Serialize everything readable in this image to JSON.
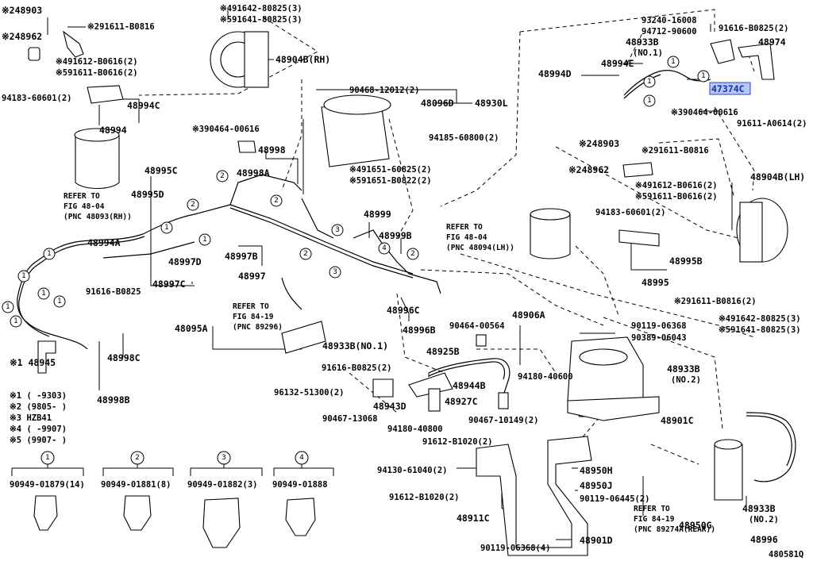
{
  "diagram_id": "480581Q",
  "selected_part": "47374C",
  "parts_top_left": [
    "48903",
    "48962",
    "91611-B0816",
    "91612-B0616(2)",
    "91611-B0616(2)",
    "94183-60601(2)",
    "48994C",
    "48994"
  ],
  "parts_top_left_prefix": [
    "※2",
    "※2",
    "※2",
    "※4",
    "※5",
    "",
    "",
    ""
  ],
  "parts_top_center": [
    "91642-80825(3)",
    "91641-80825(3)",
    "48904B(RH)",
    "90468-12012(2)",
    "48096D",
    "48930L",
    "94185-60800(2)",
    "91651-60825(2)",
    "91651-B0822(2)",
    "90464-00616"
  ],
  "parts_top_center_prefix": [
    "※4",
    "※5",
    "",
    "",
    "",
    "",
    "",
    "※4",
    "※5",
    "※3"
  ],
  "parts_top_right": [
    "93240-16008",
    "94712-90600",
    "91616-B0825(2)",
    "48933B",
    "(NO.1)",
    "48974",
    "48994D",
    "48994E",
    "47374C",
    "90464-00616",
    "91611-A0614(2)"
  ],
  "parts_top_right_prefix": [
    "",
    "",
    "",
    "",
    "",
    "",
    "",
    "",
    "",
    "※3",
    ""
  ],
  "parts_middle_left": [
    "48995C",
    "48995D",
    "48998",
    "48998A",
    "48994A",
    "91616-B0825",
    "48997D",
    "48997C",
    "48997B",
    "48997",
    "48999",
    "48999B",
    "48996C",
    "48996B",
    "48945",
    "48998C",
    "48998B",
    "48095A",
    "48933B(NO.1)",
    "91616-B0825(2)"
  ],
  "parts_middle_right": [
    "48903",
    "91611-B0816",
    "48962",
    "91612-B0616(2)",
    "91611-B0616(2)",
    "94183-60601(2)",
    "48904B(LH)",
    "48995B",
    "48995",
    "91611-B0816(2)",
    "91642-80825(3)",
    "91641-80825(3)"
  ],
  "parts_middle_right_prefix": [
    "※2",
    "※2",
    "※2",
    "※4",
    "※5",
    "",
    "",
    "",
    "",
    "※2",
    "※4",
    "※5"
  ],
  "parts_lower_center": [
    "90464-00564",
    "48906A",
    "48925B",
    "48944B",
    "94180-40600",
    "96132-51300(2)",
    "48943D",
    "48927C",
    "90467-13068",
    "90467-10149(2)",
    "94180-40800",
    "91612-B1020(2)",
    "94130-61040(2)",
    "91612-B1020(2)",
    "48911C",
    "90119-06368(4)",
    "48901D",
    "48950H",
    "48950J",
    "90119-06445(2)",
    "48950G"
  ],
  "parts_lower_right": [
    "90119-06368",
    "90389-06043",
    "48933B",
    "(NO.2)",
    "48901C",
    "48933B",
    "(NO.2)",
    "48996"
  ],
  "refer_blocks": [
    {
      "line1": "REFER TO",
      "line2": "FIG 48-04",
      "line3": "(PNC 48093(RH))"
    },
    {
      "line1": "REFER TO",
      "line2": "FIG 48-04",
      "line3": "(PNC 48094(LH))"
    },
    {
      "line1": "REFER TO",
      "line2": "FIG 84-19",
      "line3": "(PNC 89296)"
    },
    {
      "line1": "REFER TO",
      "line2": "FIG 84-19",
      "line3": "(PNC 89274A(REAR))"
    }
  ],
  "notes": [
    "※1 (   -9303)",
    "※2 (9805-   )",
    "※3 HZB41",
    "※4 (   -9907)",
    "※5 (9907-   )"
  ],
  "note1_label": "※1 48945",
  "clips": [
    {
      "num": "1",
      "part": "90949-01879(14)"
    },
    {
      "num": "2",
      "part": "90949-01881(8)"
    },
    {
      "num": "3",
      "part": "90949-01882(3)"
    },
    {
      "num": "4",
      "part": "90949-01888"
    }
  ]
}
